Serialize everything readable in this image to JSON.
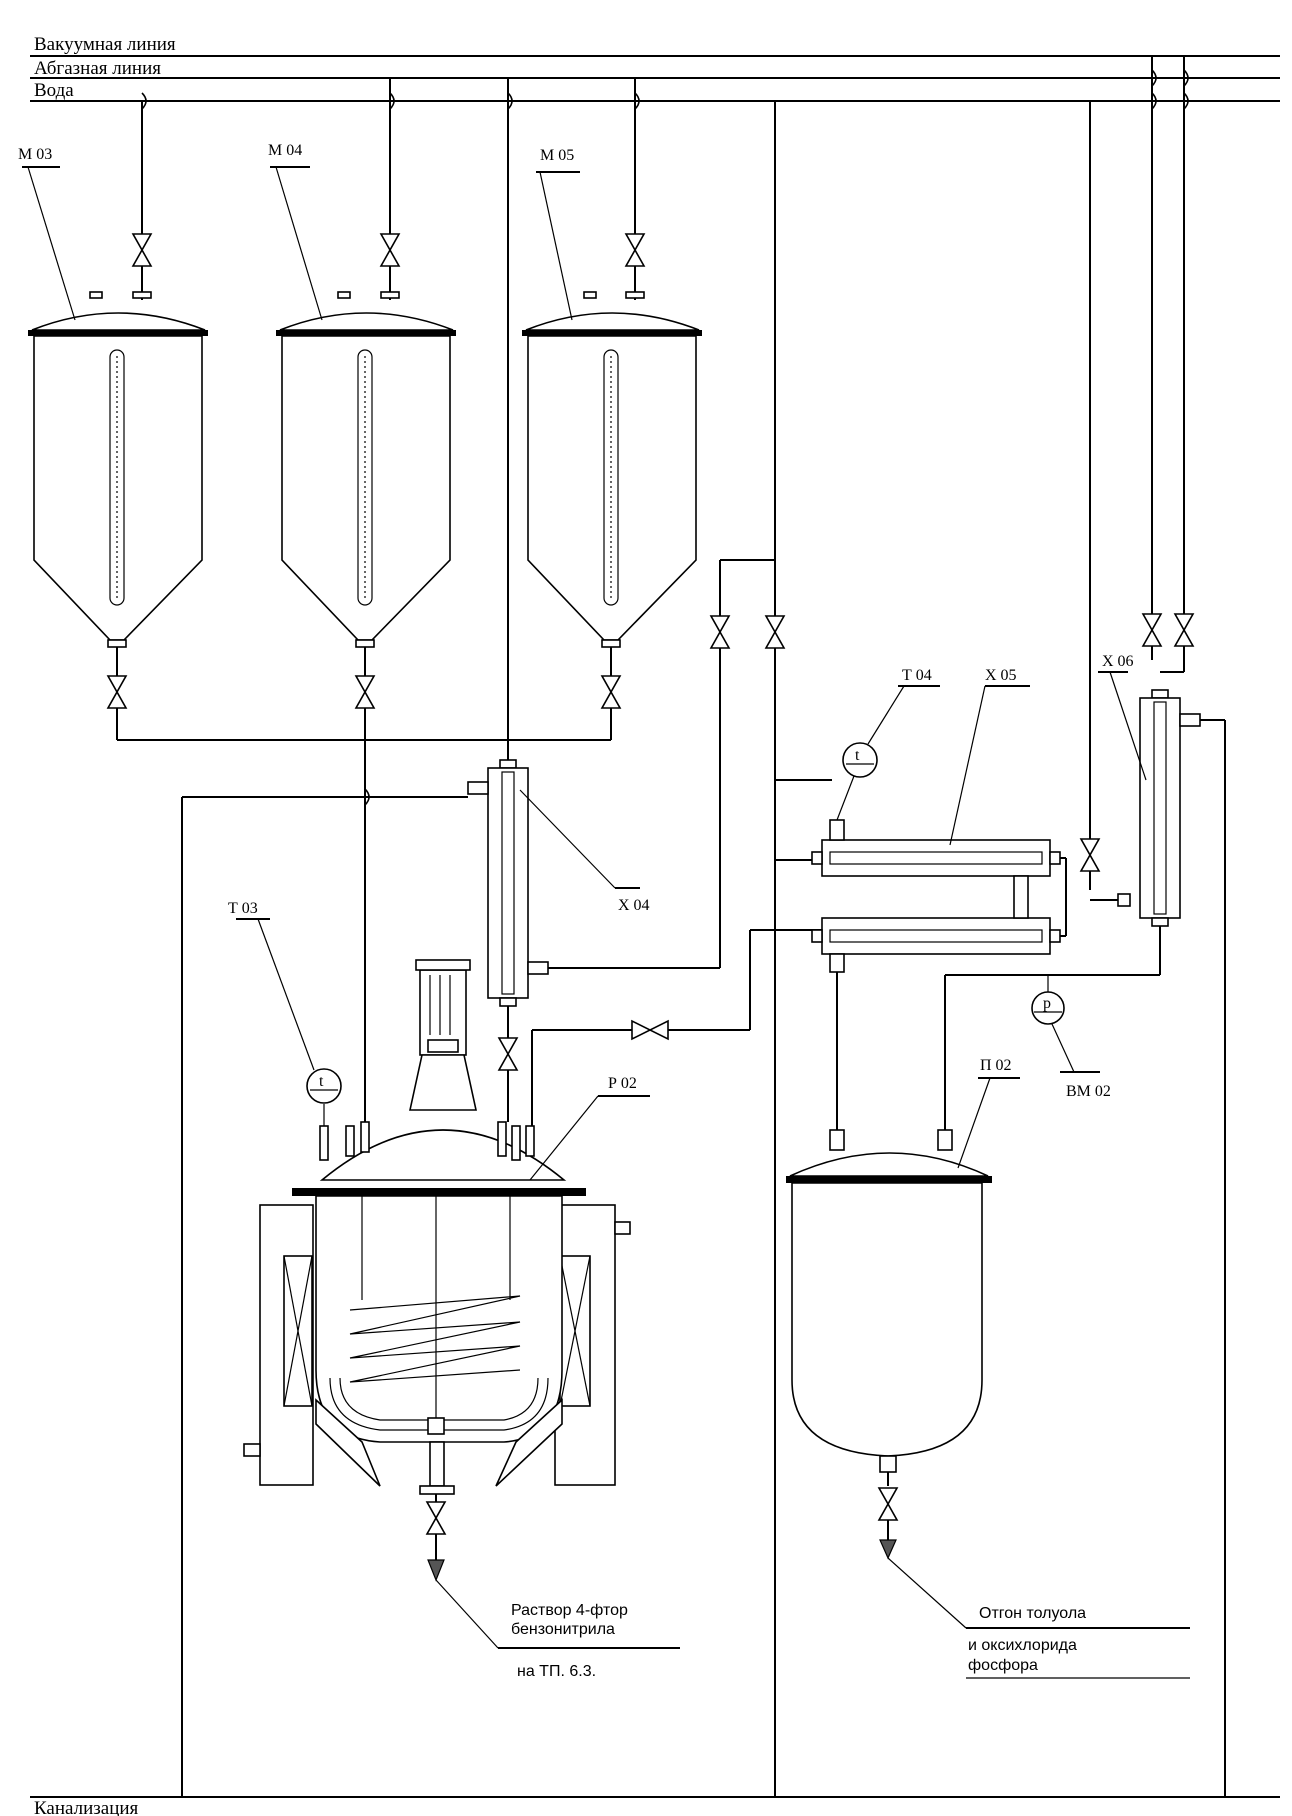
{
  "lines": {
    "vacuum": "Вакуумная линия",
    "exhaust": "Абгазная линия",
    "water": "Вода",
    "sewer": "Канализация"
  },
  "equipment": {
    "m03": "М 03",
    "m04": "М 04",
    "m05": "М 05",
    "x04": "Х 04",
    "x05": "Х 05",
    "x06": "Х 06",
    "t03": "Т 03",
    "t04": "Т 04",
    "p02": "Р 02",
    "bm02": "ВМ 02",
    "n02": "П 02"
  },
  "instruments": {
    "temperature_symbol": "t",
    "pressure_symbol": "p"
  },
  "notes": {
    "product_line1": "Раствор 4-фтор",
    "product_line2": "бензонитрила",
    "product_line3": "на ТП. 6.3.",
    "distill_line1": "Отгон толуола",
    "distill_line2": "и оксихлорида",
    "distill_line3": "фосфора"
  }
}
